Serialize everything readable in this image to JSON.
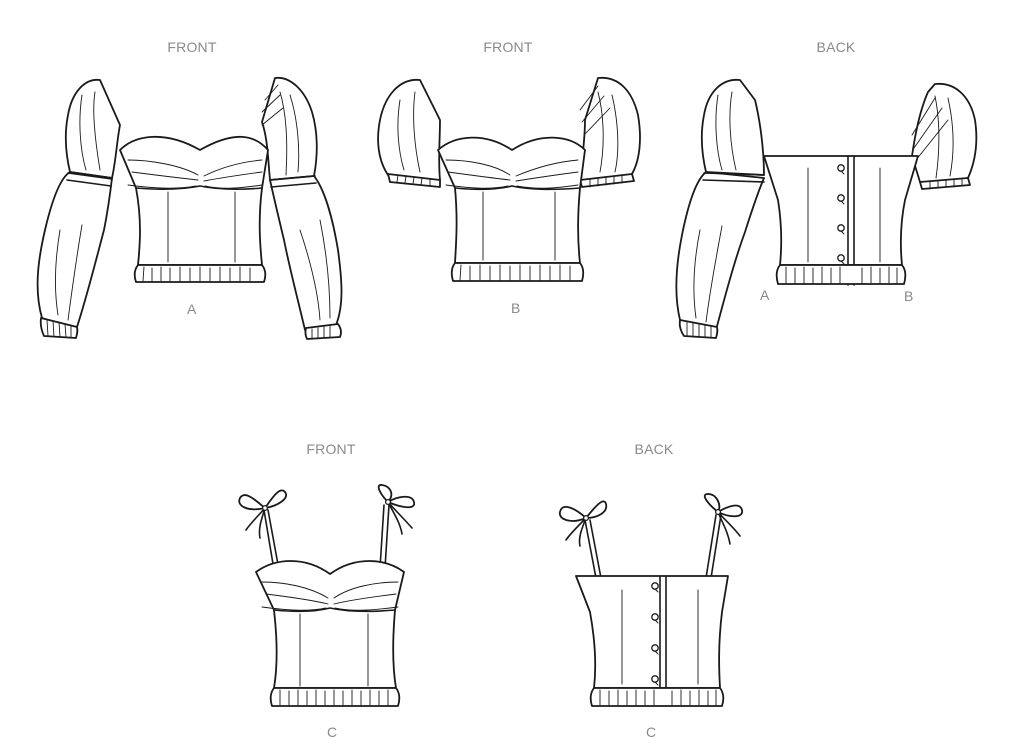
{
  "views": [
    {
      "id": "a-front",
      "title": "FRONT",
      "letters": [
        "A"
      ]
    },
    {
      "id": "b-front",
      "title": "FRONT",
      "letters": [
        "B"
      ]
    },
    {
      "id": "ab-back",
      "title": "BACK",
      "letters": [
        "A",
        "B"
      ]
    },
    {
      "id": "c-front",
      "title": "FRONT",
      "letters": [
        "C"
      ]
    },
    {
      "id": "c-back",
      "title": "BACK",
      "letters": [
        "C"
      ]
    }
  ]
}
